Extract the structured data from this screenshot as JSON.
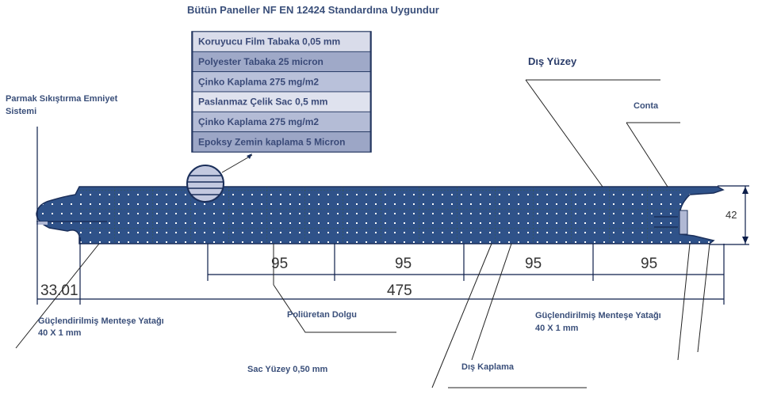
{
  "title": "Bütün Paneller NF EN 12424 Standardına Uygundur",
  "layers": [
    {
      "label": "Koruyucu Film Tabaka 0,05 mm",
      "color": "#d9dcea"
    },
    {
      "label": "Polyester Tabaka 25 micron",
      "color": "#9fa9c8"
    },
    {
      "label": "Çinko Kaplama 275 mg/m2",
      "color": "#b9c1da"
    },
    {
      "label": "Paslanmaz Çelik Sac 0,5 mm",
      "color": "#dfe2ee"
    },
    {
      "label": "Çinko Kaplama 275 mg/m2",
      "color": "#b4bcd6"
    },
    {
      "label": "Epoksy Zemin kaplama 5 Micron",
      "color": "#9ca6c6"
    }
  ],
  "labels": {
    "dis_yuzey": "Dış Yüzey",
    "conta": "Conta",
    "parmak_1": "Parmak Sıkıştırma Emniyet",
    "parmak_2": "Sistemi",
    "menteşe_left_1": "Güçlendirilmiş Menteşe Yatağı",
    "menteşe_left_2": "40 X 1 mm",
    "menteşe_right_1": "Güçlendirilmiş Menteşe Yatağı",
    "menteşe_right_2": "40 X 1 mm",
    "poliuretan": "Poliüretan Dolgu",
    "sac_yuzey": "Sac Yüzey 0,50 mm",
    "dis_kaplama": "Dış Kaplama"
  },
  "dimensions": {
    "segments": [
      "95",
      "95",
      "95",
      "95"
    ],
    "total": "475",
    "left": "33.01",
    "height": "42"
  },
  "colors": {
    "panel": "#2f5289",
    "outline": "#1b2f5a"
  }
}
